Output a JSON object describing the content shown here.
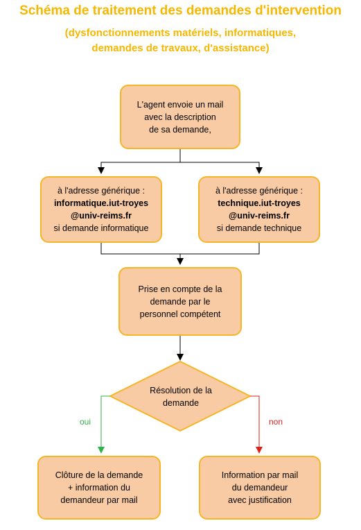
{
  "header": {
    "title": "Schéma de traitement des demandes d'intervention",
    "subtitle_line1": "(dysfonctionnements matériels, informatiques,",
    "subtitle_line2": "demandes de travaux, d'assistance)"
  },
  "nodes": {
    "start": [
      "L'agent envoie un mail",
      "avec la description",
      "de sa demande,"
    ],
    "info": {
      "line1": "à l'adresse générique :",
      "address1": "informatique.iut-troyes",
      "address2": "@univ-reims.fr",
      "line4": "si demande informatique"
    },
    "tech": {
      "line1": "à l'adresse générique :",
      "address1": "technique.iut-troyes",
      "address2": "@univ-reims.fr",
      "line4": "si demande technique"
    },
    "process": [
      "Prise en compte de la",
      "demande par le",
      "personnel compétent"
    ],
    "decision": [
      "Résolution de la",
      "demande"
    ],
    "close": [
      "Clôture de la demande",
      "+ information du",
      "demandeur par mail"
    ],
    "inform": [
      "Information par mail",
      "du demandeur",
      "avec justification"
    ]
  },
  "branches": {
    "yes": "oui",
    "no": "non"
  },
  "colors": {
    "title": "#f5b700",
    "box_fill": "#f8cba5",
    "box_border": "#f6b526",
    "yes_arrow": "#2fb24a",
    "no_arrow": "#d9241c"
  }
}
